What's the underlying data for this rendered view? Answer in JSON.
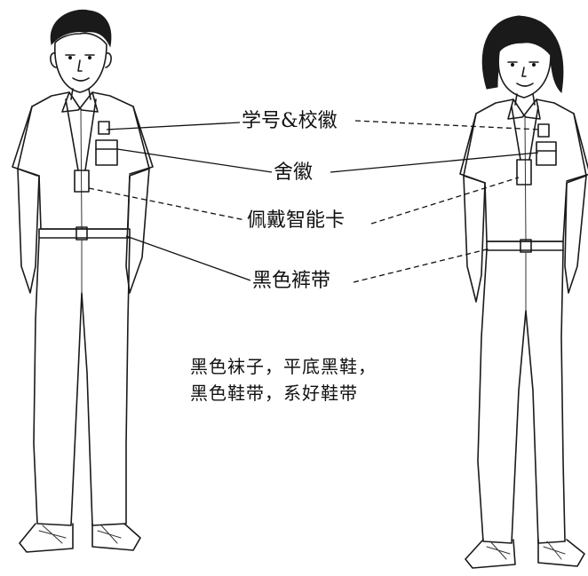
{
  "labels": {
    "student_id_badge": "学号&校徽",
    "dorm_badge": "舍徽",
    "smart_card": "佩戴智能卡",
    "black_belt": "黑色裤带"
  },
  "notes": {
    "line1": "黑色袜子，平底黑鞋，",
    "line2": "黑色鞋带，系好鞋带"
  }
}
